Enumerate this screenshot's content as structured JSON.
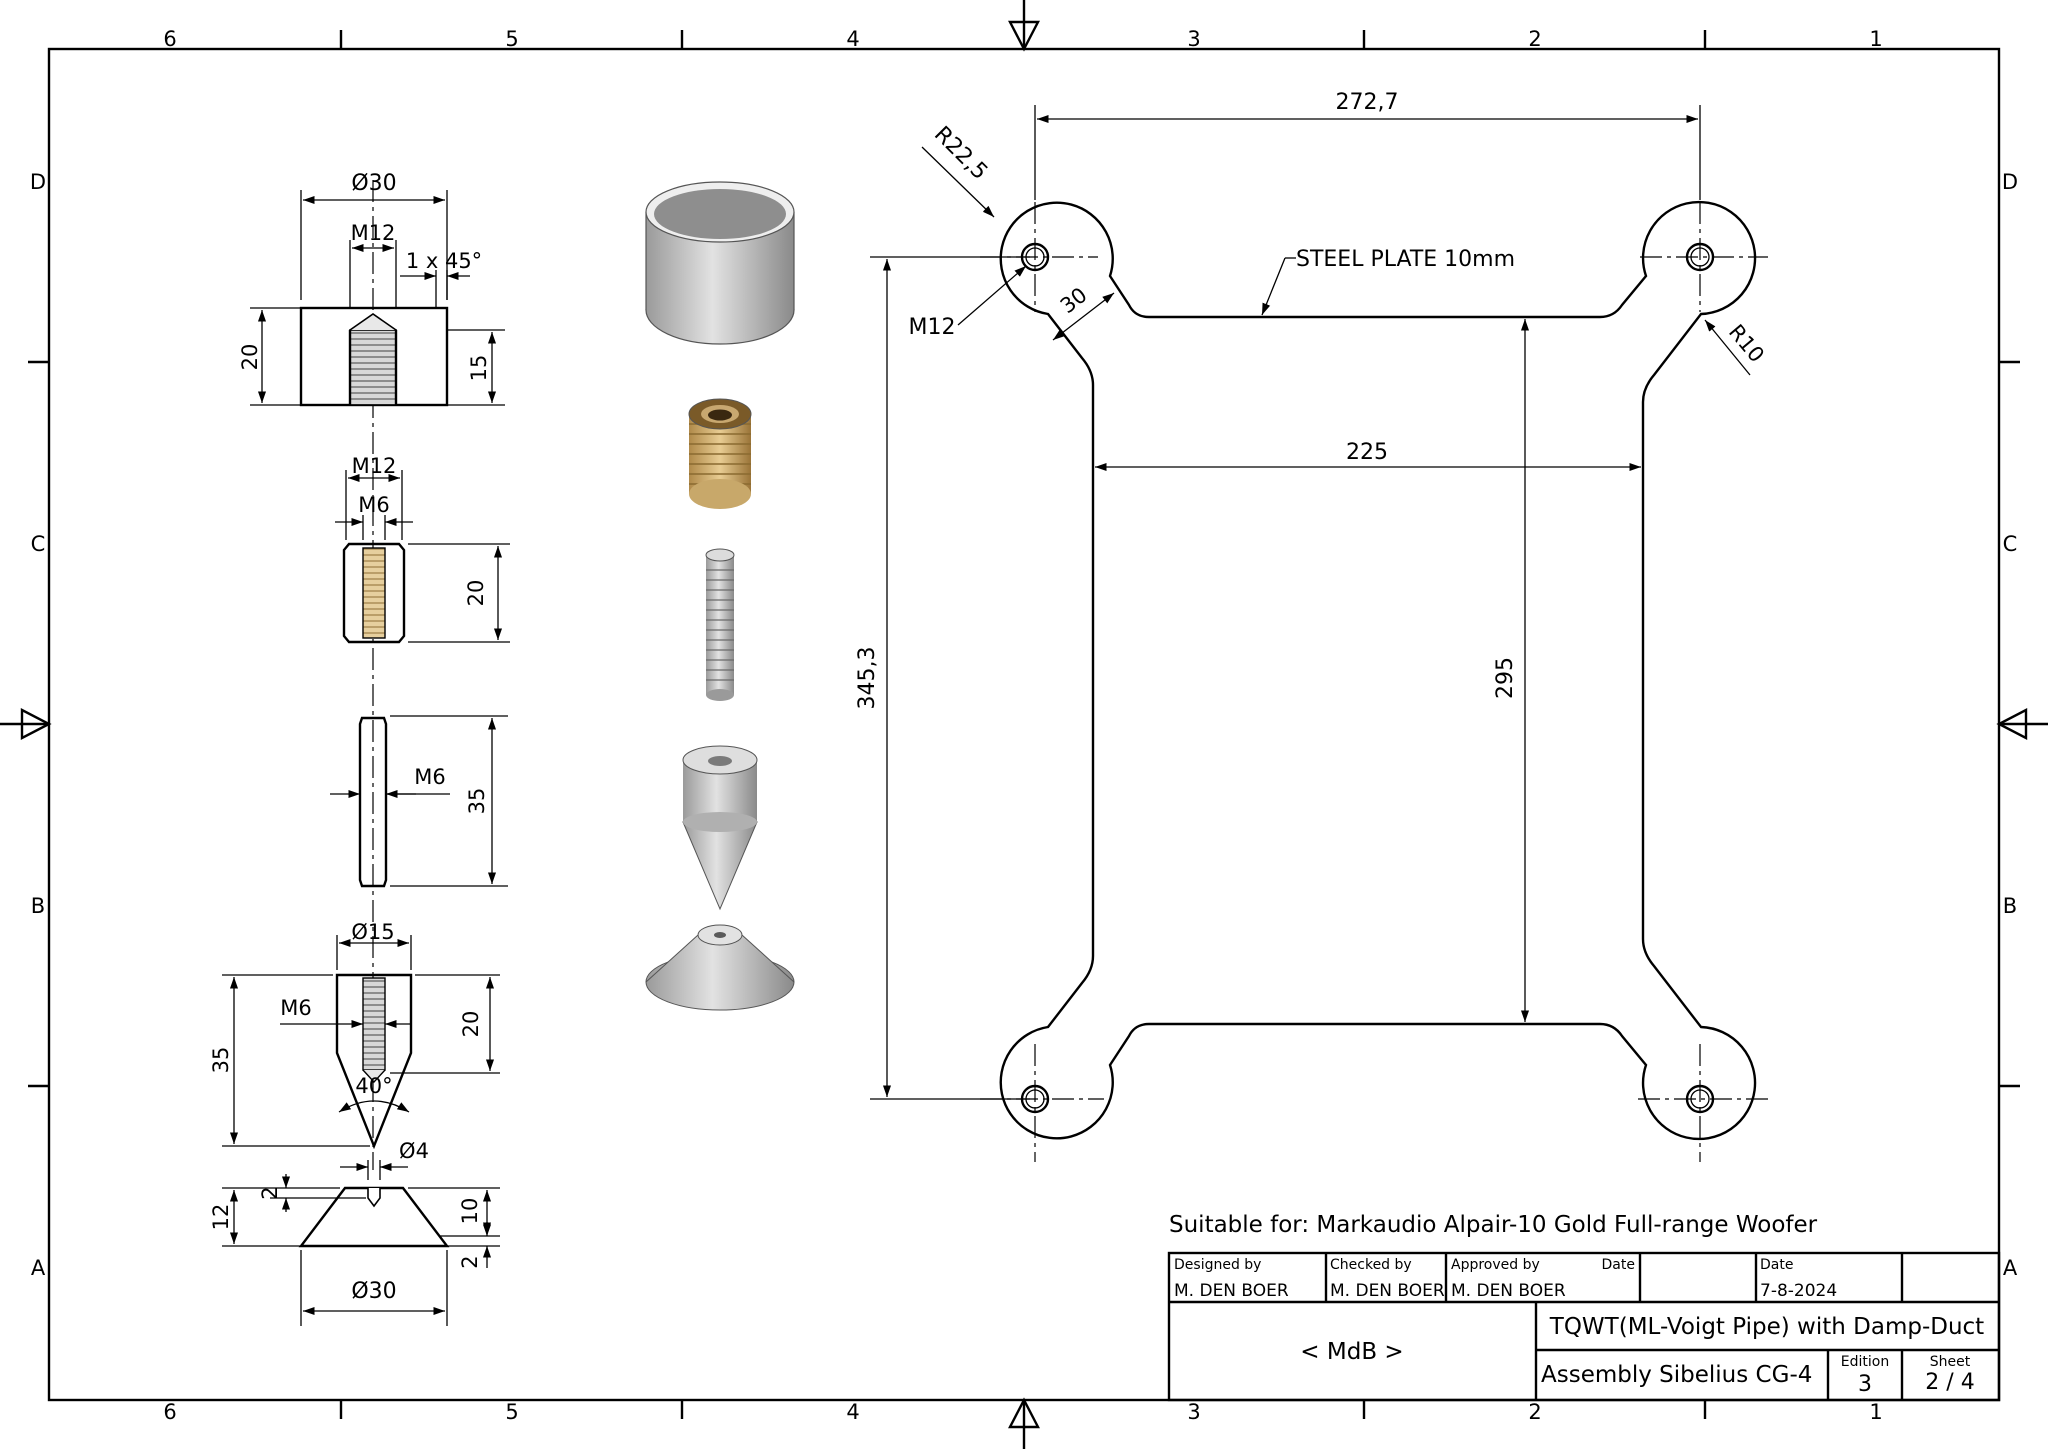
{
  "border": {
    "columns": [
      "6",
      "5",
      "4",
      "3",
      "2",
      "1"
    ],
    "rows": [
      "D",
      "C",
      "B",
      "A"
    ]
  },
  "colors": {
    "line": "#000000",
    "steel_hatch_fill": "#8c8c8c",
    "brass_fill": "#8a6a3a",
    "render_steel": "#c4c4c4"
  },
  "parts": {
    "nut": {
      "dia": "Ø30",
      "thread": "M12",
      "chamfer": "1 x 45°",
      "height": "20",
      "depth": "15"
    },
    "insert": {
      "outer": "M12",
      "inner": "M6",
      "height": "20"
    },
    "stud": {
      "thread": "M6",
      "length": "35"
    },
    "spike": {
      "dia": "Ø15",
      "thread": "M6",
      "thread_depth": "20",
      "length": "35",
      "angle": "40°"
    },
    "cup": {
      "hole": "Ø4",
      "depth": "2",
      "height": "12",
      "cone": "10",
      "base": "2",
      "dia": "Ø30"
    }
  },
  "plate": {
    "width_top": "272,7",
    "radius_outer": "R22,5",
    "material_note": "STEEL PLATE 10mm",
    "hole": "M12",
    "arm": "30",
    "radius_inner": "R10",
    "width_inner": "225",
    "height_outer": "345,3",
    "height_inner": "295"
  },
  "note": "Suitable for: Markaudio Alpair-10 Gold Full-range Woofer",
  "title_block": {
    "designed_by_label": "Designed by",
    "designed_by": "M. DEN BOER",
    "checked_by_label": "Checked by",
    "checked_by": "M. DEN BOER",
    "approved_by_label": "Approved by",
    "approved_by": "M. DEN BOER",
    "date_label_1": "Date",
    "date_label_2": "Date",
    "date": "7-8-2024",
    "company": "< MdB >",
    "title": "TQWT(ML-Voigt Pipe) with Damp-Duct",
    "subtitle": "Assembly Sibelius CG-4",
    "edition_label": "Edition",
    "edition": "3",
    "sheet_label": "Sheet",
    "sheet": "2 / 4"
  }
}
